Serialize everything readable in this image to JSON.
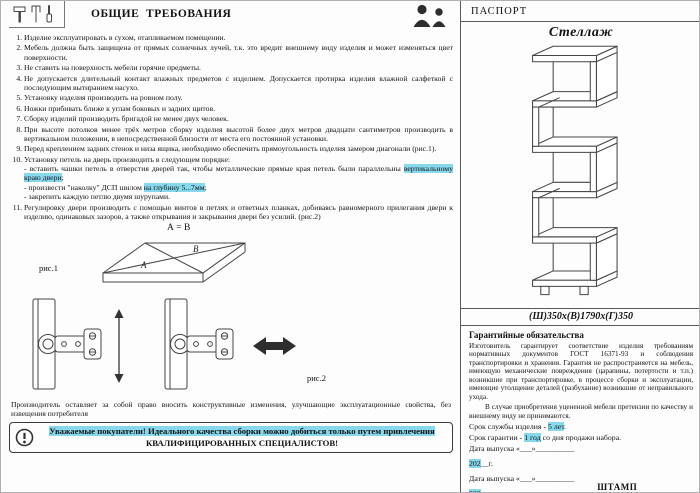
{
  "accent": {
    "highlight": "#87d8ec"
  },
  "left": {
    "title": "ОБЩИЕ  ТРЕБОВАНИЯ",
    "items": [
      "Изделие эксплуатировать в сухом, отапливаемом помещении.",
      "Мебель должна быть защищена от прямых солнечных лучей, т.к. это вредит внешнему виду изделия и может изменяться цвет поверхности.",
      "Не ставить на поверхность мебели горячие предметы.",
      "Не допускается длительный контакт влажных предметов с изделием. Допускается протирка изделия влажной салфеткой с последующим вытиранием насухо.",
      "Установку изделия производить на ровном полу.",
      "Ножки прибивать ближе к углам боковых и задних щитов.",
      "Сборку изделий производить бригадой не менее двух человек.",
      "При высоте потолков менее трёх метров сборку изделия высотой более двух метров двадцати сантиметров производить в вертикальном положении, в непосредственной близости от места его постоянной установки.",
      "Перед креплением задних стенок и низа ящика, необходимо обеспечить прямоугольность изделия замером диагонали (рис.1)."
    ],
    "item10": {
      "text": "Установку петель на дверь производить в следующем порядке:",
      "sub1_pre": "- вставить чашки петель в отверстия дверей так, чтобы металлические прямые края петель были параллельны ",
      "sub1_hl": "вертикальному краю двери",
      "sub1_post": ";",
      "sub2_pre": "- произвести \"наколку\" ДСП шилом ",
      "sub2_hl": "на глубину 5...7мм",
      "sub2_post": ";",
      "sub3": "- закрепить каждую петлю двумя шурупами."
    },
    "item11": "Регулировку двери производить с помощью винтов в петлях и ответных планках, добиваясь равномерного прилегания двери к изделию, одинаковых зазоров, а также открывания и закрывания двери без усилий. (рис.2)",
    "fig1": {
      "equation": "А = В",
      "label": "рис.1",
      "letter_a": "А",
      "letter_b": "В"
    },
    "fig2": {
      "label": "рис.2"
    },
    "manufacturer_note": "Производитель оставляет за собой право вносить конструктивные изменения, улучшающие эксплуатационные свойства, без извещения потребителя",
    "notice": {
      "hl": "Уважаемые покупатели! Идеального качества сборки можно добиться только путем привлечения",
      "tail": "КВАЛИФИЦИРОВАННЫХ СПЕЦИАЛИСТОВ!"
    }
  },
  "right": {
    "header": "ПАСПОРТ",
    "product": "Стеллаж",
    "dimensions": "(Ш)350х(В)1790х(Г)350",
    "warranty_title": "Гарантийные обязательства",
    "warranty_p1": "Изготовитель гарантирует соответствие изделия требованиям нормативных документов ГОСТ 16371-93 и соблюдения транспортировки и хранения. Гарантия не распространяется на мебель, имеющую механические повреждения (царапины, потертости и т.п.) возникшие при транспортировке, в процессе сборки и эксплуатации, имеющие утолщение деталей (разбухание) возникшие от неправильного ухода.",
    "warranty_p2": "В случае приобретения уцененной мебели претензии по качеству и внешнему виду не принимаются.",
    "service_life_pre": "Срок службы изделия - ",
    "service_life_hl": "5 лет",
    "service_life_post": ".",
    "warranty_period_pre": "Срок гарантии - ",
    "warranty_period_hl": "1 год",
    "warranty_period_post": " со дня продажи набора.",
    "date_label": "Дата выпуска  ",
    "date_blank": "«___»__________ ",
    "date_year_hl": "202",
    "date_year_post": "__г.",
    "stamp": "ШТАМП МАГАЗИНА"
  }
}
